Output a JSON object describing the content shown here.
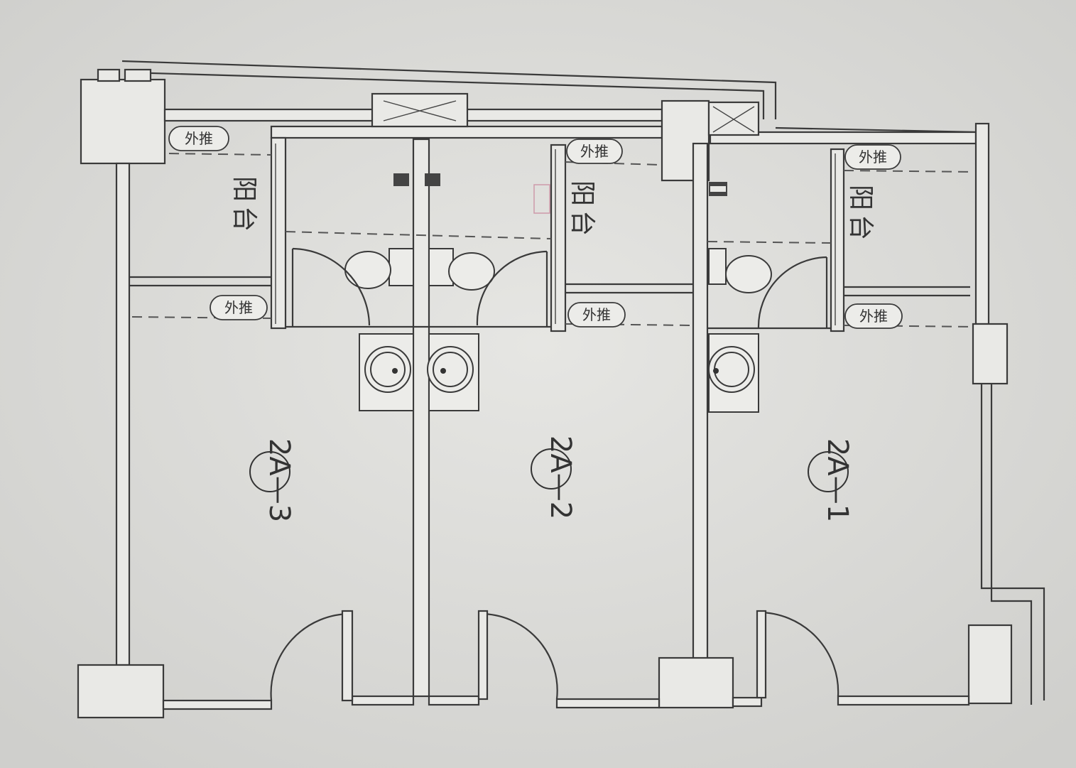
{
  "units": [
    {
      "id": "2A—3",
      "balcony": "阳台",
      "push_upper": "外推",
      "push_lower": "外推"
    },
    {
      "id": "2A—2",
      "balcony": "阳台",
      "push_upper": "外推",
      "push_lower": "外推"
    },
    {
      "id": "2A—1",
      "balcony": "阳台",
      "push_upper": "外推",
      "push_lower": "外推"
    }
  ],
  "colors": {
    "paper": "#d8d8d5",
    "line": "#3a3a3a",
    "stamp": "#c06080"
  }
}
